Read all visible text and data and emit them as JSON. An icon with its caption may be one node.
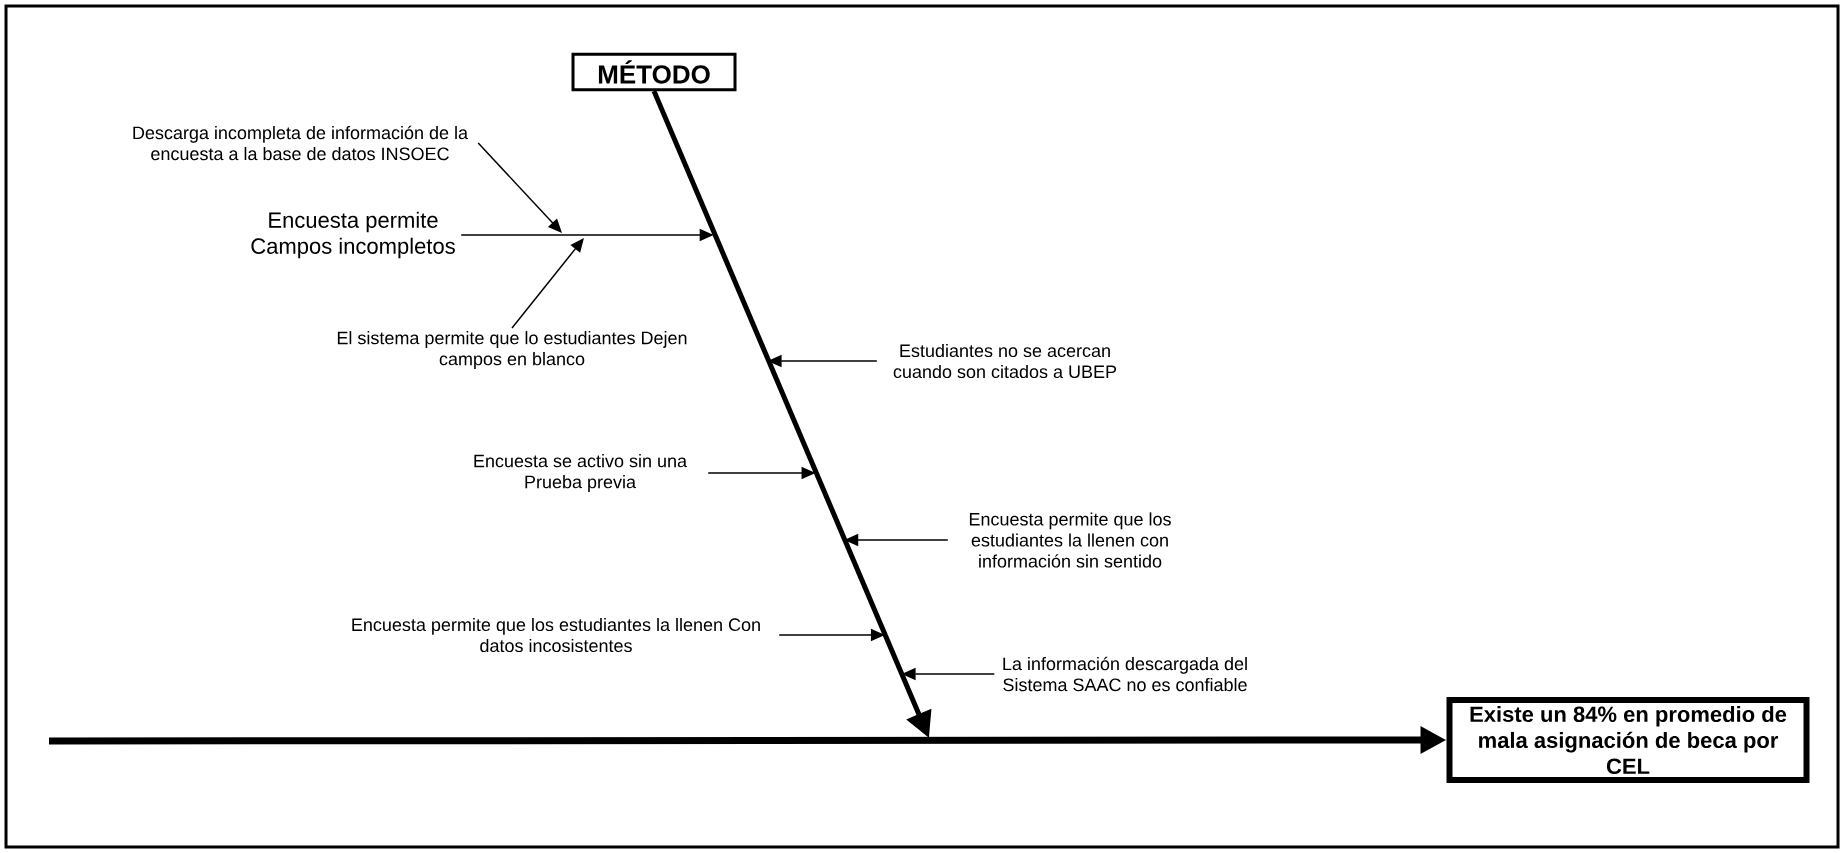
{
  "diagram": {
    "nodes": [
      {
        "text": [
          "MÉTODO"
        ]
      },
      {
        "text": [
          "Descarga incompleta de información de la encuesta a la base de datos INSOEC"
        ]
      },
      {
        "text": [
          "Encuesta permite Campos incompletos"
        ]
      },
      {
        "text": [
          "El sistema permite que lo estudiantes Dejen campos en blanco"
        ]
      },
      {
        "text": [
          "Estudiantes no se acercan cuando son citados a UBEP"
        ]
      },
      {
        "text": [
          "Encuesta se activo sin una Prueba previa"
        ]
      },
      {
        "text": [
          "Encuesta permite que los estudiantes la llenen con información sin sentido"
        ]
      },
      {
        "text": [
          "Encuesta permite que los estudiantes la llenen Con datos incosistentes"
        ]
      },
      {
        "text": [
          "La información descargada del Sistema SAAC no es confiable"
        ]
      },
      {
        "text": [
          "Existe un 84% en promedio de mala asignación de beca por CEL"
        ]
      }
    ],
    "edges": [
      {
        "from": null,
        "to": 9,
        "arrow": "to",
        "style": "thick"
      },
      {
        "from": 0,
        "to": null,
        "arrow": "to",
        "style": "thick"
      },
      {
        "from": 2,
        "to": null,
        "arrow": "to"
      },
      {
        "from": 1,
        "to": null,
        "arrow": "to"
      },
      {
        "from": 3,
        "to": null,
        "arrow": "to"
      },
      {
        "from": 4,
        "to": null,
        "arrow": "to"
      },
      {
        "from": 5,
        "to": null,
        "arrow": "to"
      },
      {
        "from": 6,
        "to": null,
        "arrow": "to"
      },
      {
        "from": 7,
        "to": null,
        "arrow": "to"
      },
      {
        "from": 8,
        "to": null,
        "arrow": "to"
      }
    ]
  }
}
